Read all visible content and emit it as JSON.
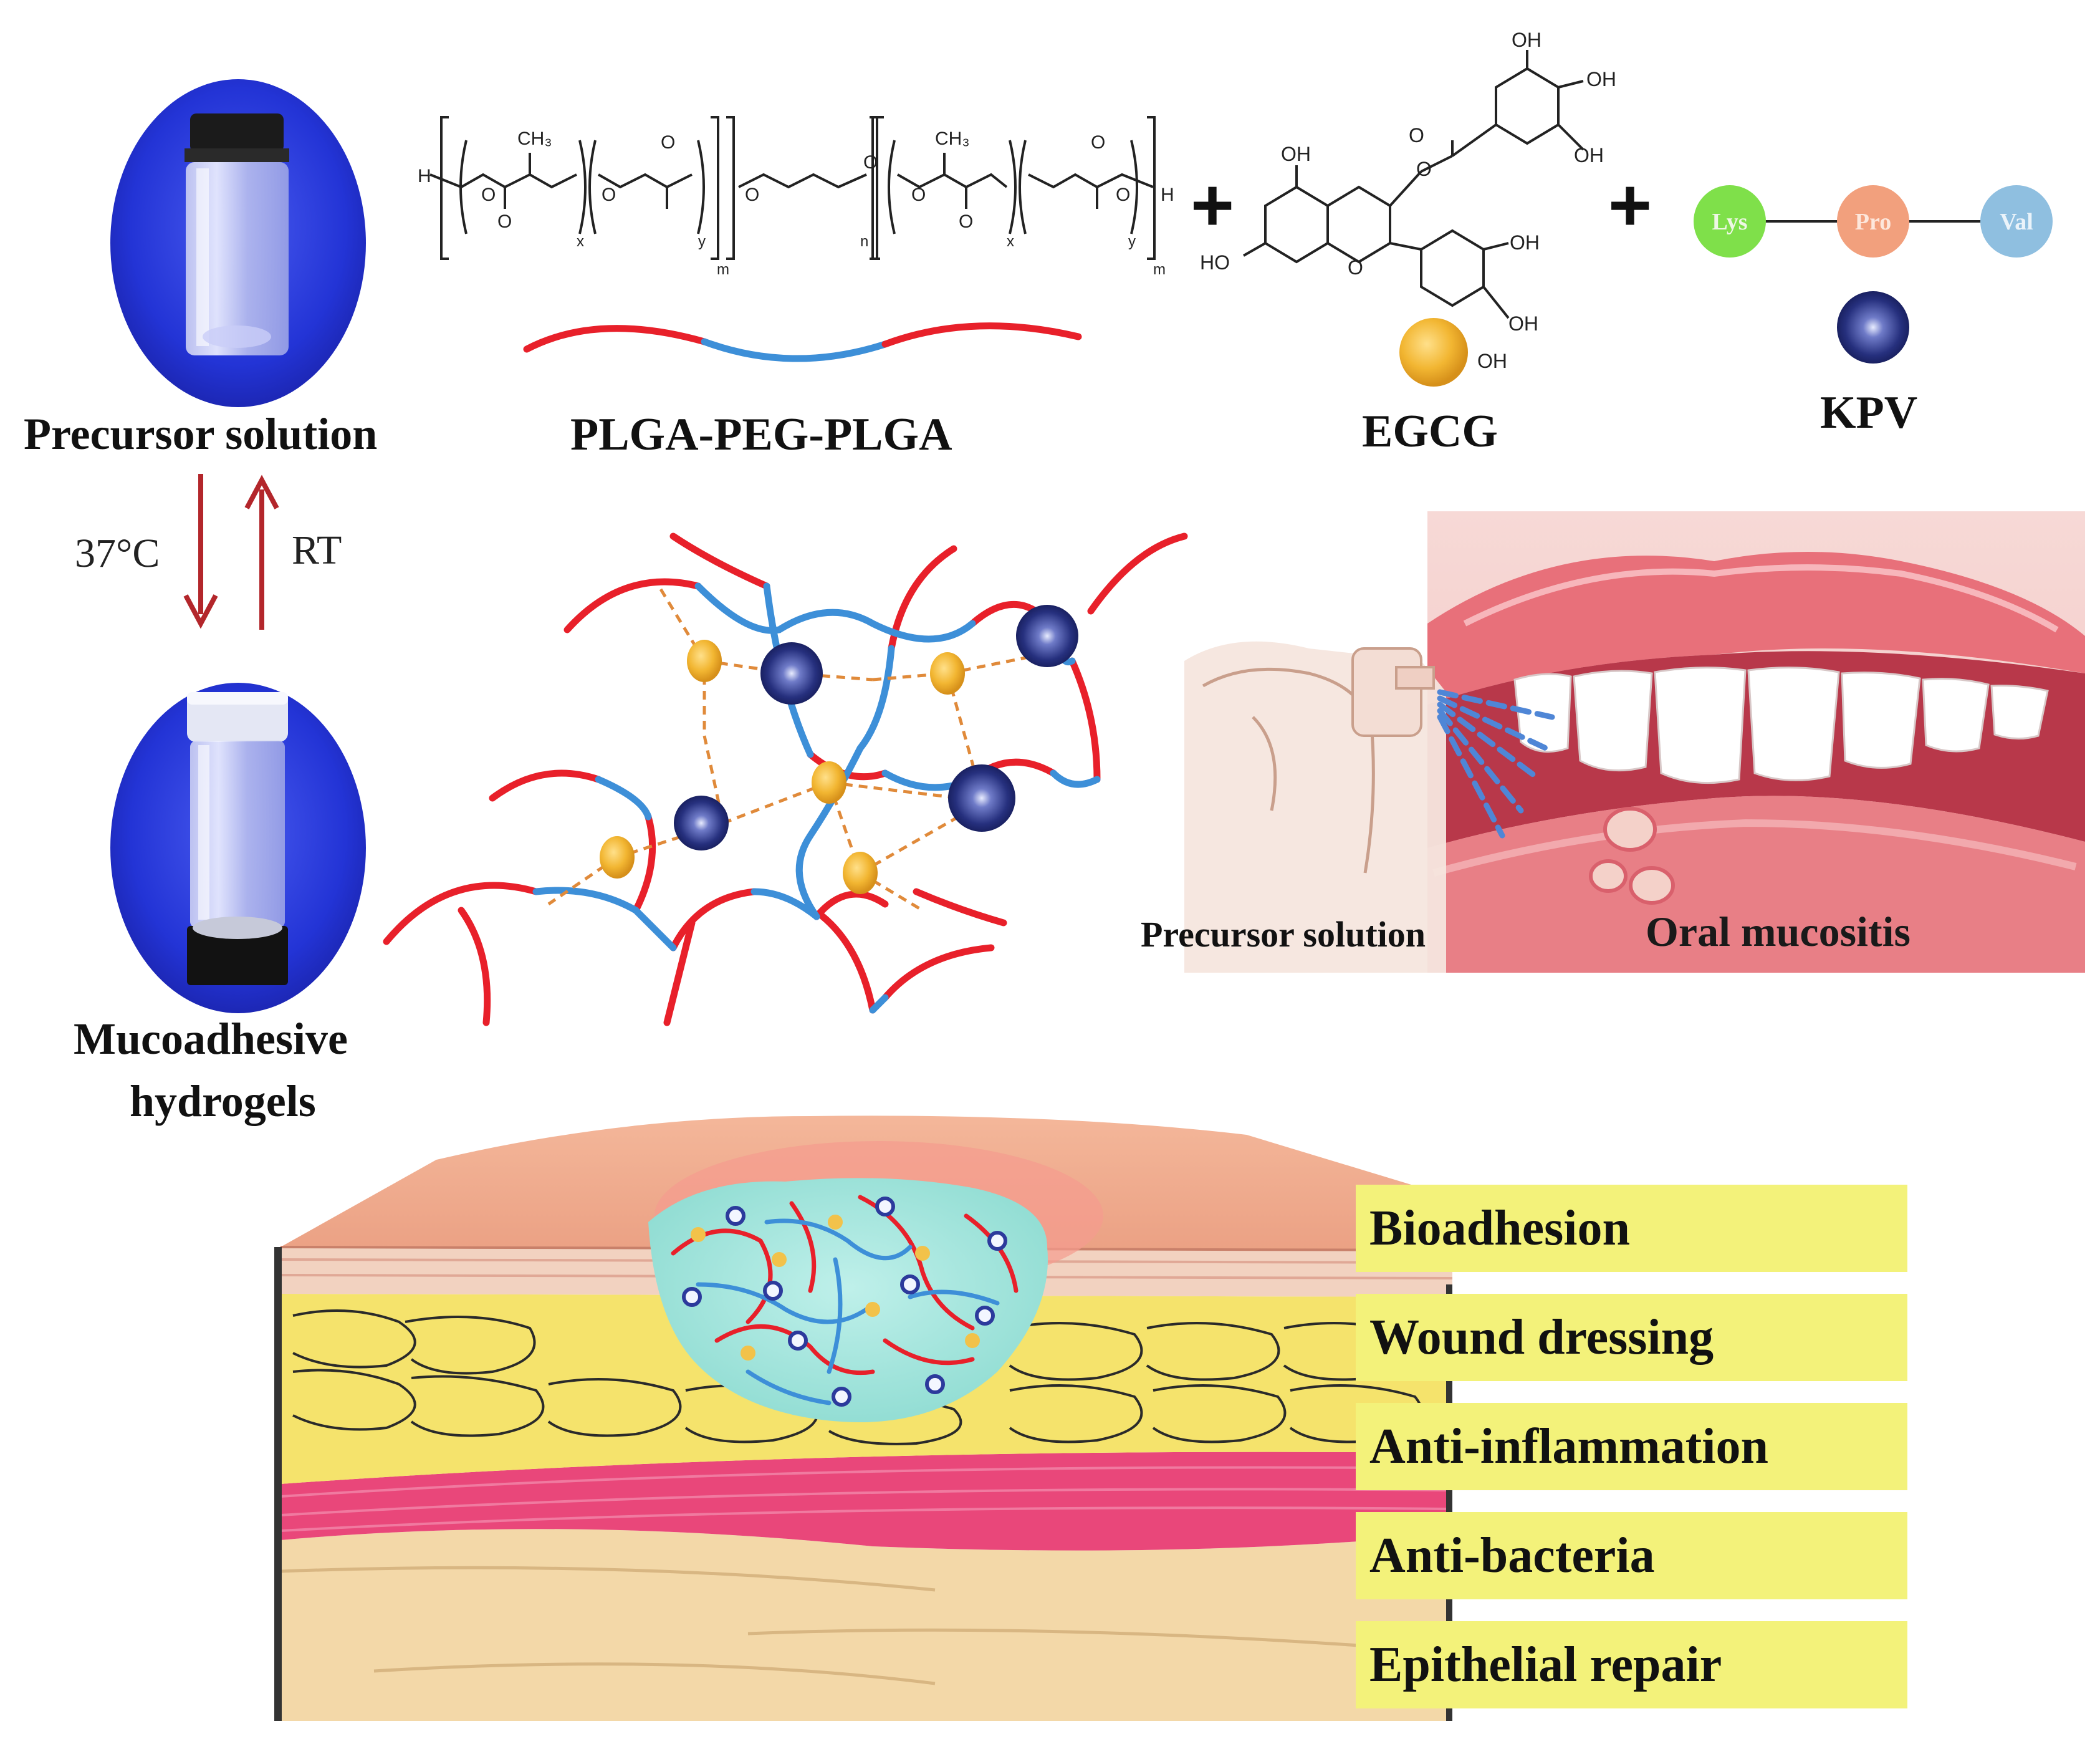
{
  "vials": {
    "top_label": "Precursor solution",
    "bottom_label_line1": "Mucoadhesive",
    "bottom_label_line2": "hydrogels",
    "down_arrow_label": "37°C",
    "up_arrow_label": "RT"
  },
  "polymer": {
    "name": "PLGA-PEG-PLGA",
    "formula_text": {
      "end_h": "H",
      "o": "O",
      "ch3": "CH₃",
      "x": "x",
      "y": "y",
      "n": "n",
      "m": "m"
    }
  },
  "egcg": {
    "name": "EGCG",
    "oh": "OH",
    "ho": "HO",
    "o": "O"
  },
  "kpv": {
    "name": "KPV",
    "residues": [
      "Lys",
      "Pro",
      "Val"
    ]
  },
  "plus_sign": "+",
  "oral": {
    "spray_label": "Precursor solution",
    "mouth_label": "Oral mucositis"
  },
  "benefits": [
    "Bioadhesion",
    "Wound dressing",
    "Anti-inflammation",
    "Anti-bacteria",
    "Epithelial repair"
  ],
  "colors": {
    "plga": "#e8202a",
    "peg": "#3d8fd8",
    "egcg": "#f2b632",
    "kpv": "#1e2a78",
    "lys": "#7fe04a",
    "pro": "#f2a07d",
    "val": "#8fbfe0",
    "benefit_bg": "#f3f27a",
    "arrow": "#b3262b"
  }
}
